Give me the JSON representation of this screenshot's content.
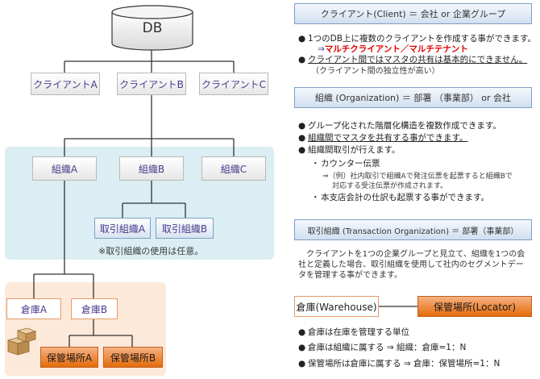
{
  "diagram": {
    "db_label": "DB",
    "clients": [
      "クライアントA",
      "クライアントB",
      "クライアントC"
    ],
    "orgs": [
      "組織A",
      "組織B",
      "組織C"
    ],
    "trans_orgs": [
      "取引組織A",
      "取引組織B"
    ],
    "trans_note": "※取引組織の使用は任意。",
    "warehouses": [
      "倉庫A",
      "倉庫B"
    ],
    "locators": [
      "保管場所A",
      "保管場所B"
    ]
  },
  "client_section": {
    "header": "クライアント(Client) ＝ 会社 or 企業グループ",
    "bullet1": "1つのDB上に複数のクライアントを作成する事ができます。",
    "arrow_prefix": "⇒",
    "highlight": "マルチクライアント／マルチテナント",
    "bullet2": "クライアント間ではマスタの共有は基本的にできません。",
    "bullet2_sub": "（クライアント間の独立性が高い）"
  },
  "org_section": {
    "header": "組織 (Organization) ＝ 部署 （事業部） or 会社",
    "bullet1": "グループ化された階層化構造を複数作成できます。",
    "bullet2": "組織間でマスタを共有する事ができます。",
    "bullet3": "組織間取引が行えます。",
    "sub1": "カウンター伝票",
    "sub1_detail1": "⇒（例）社内取引で組織Aで発注伝票を起票すると組織Bで",
    "sub1_detail2": "対応する受注伝票が作成されます。",
    "sub2": "本支店会計の仕訳も起票する事ができます。"
  },
  "trans_section": {
    "header": "取引組織 (Transaction Organization) ＝ 部署（事業部）",
    "para1": "クライアントを1つの企業グループと見立て、組織を1つの会",
    "para2": "社と定義した場合、取引組織を使用して社内のセグメントデー",
    "para3": "タを管理する事ができます。"
  },
  "wh_section": {
    "warehouse": "倉庫(Warehouse)",
    "locator": "保管場所(Locator)",
    "bullet1": "倉庫は在庫を管理する単位",
    "bullet2": "倉庫は組織に属する ⇒ 組織：倉庫=1：N",
    "bullet3": "保管場所は倉庫に属する ⇒ 倉庫：保管場所=1：N"
  },
  "colors": {
    "org_panel": "#daeef3",
    "warehouse_panel": "#fde9d9",
    "orange_box": "#e46c0a",
    "highlight_red": "#e00000"
  }
}
